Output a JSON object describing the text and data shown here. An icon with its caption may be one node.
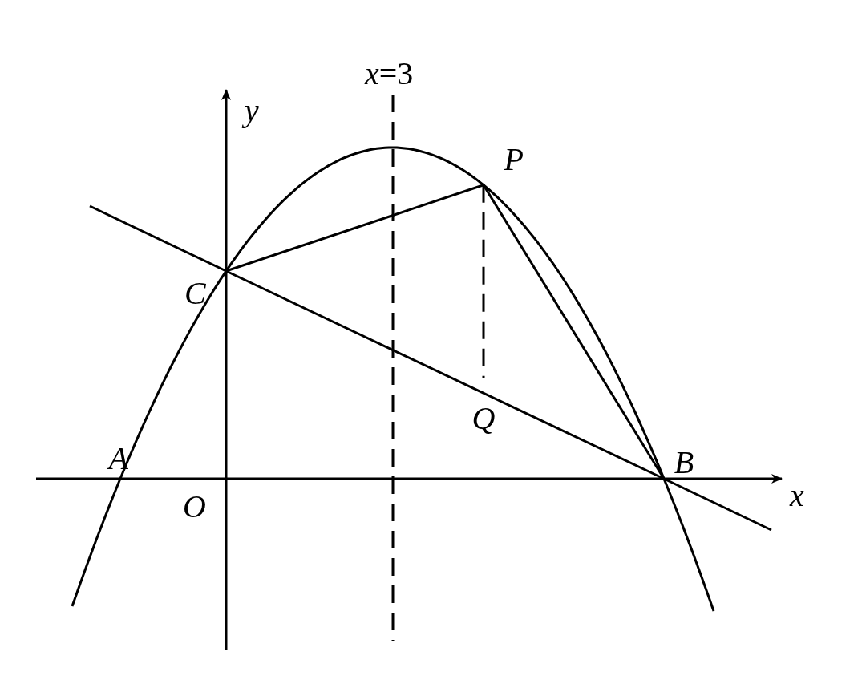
{
  "diagram": {
    "nodes": [
      {
        "text": [
          "A"
        ]
      },
      {
        "text": [
          "B"
        ]
      },
      {
        "text": [
          "C"
        ]
      },
      {
        "text": [
          "P"
        ]
      },
      {
        "text": [
          "Q"
        ]
      }
    ],
    "edges": [
      {
        "from": 2,
        "to": 3,
        "arrow": "none"
      },
      {
        "from": 3,
        "to": 1,
        "arrow": "none"
      },
      {
        "from": 2,
        "to": 1,
        "arrow": "none"
      },
      {
        "from": 3,
        "to": 4,
        "arrow": "none",
        "style": "dashed"
      }
    ],
    "labels": [
      "*x*=3",
      "y",
      "x",
      "O"
    ]
  }
}
